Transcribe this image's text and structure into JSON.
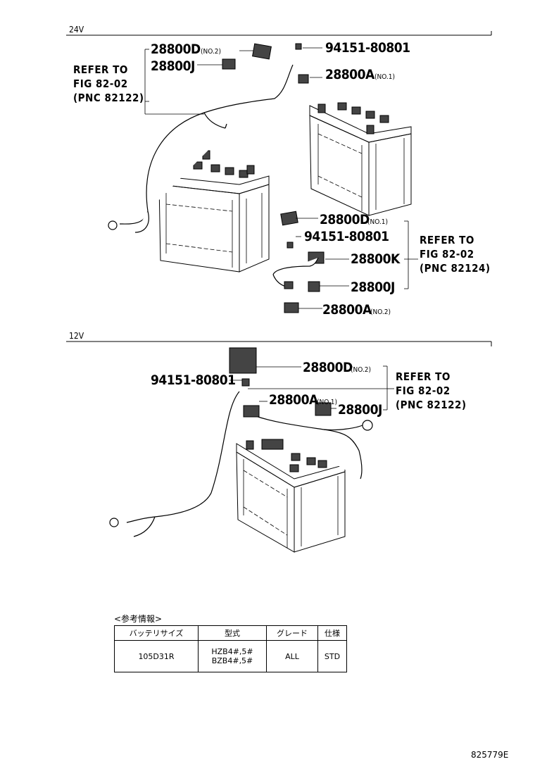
{
  "sections": {
    "top_label": "24V",
    "bottom_label": "12V"
  },
  "top": {
    "parts": {
      "p28800D_no2": "28800D",
      "p28800D_no2_note": "(NO.2)",
      "p28800J_a": "28800J",
      "p94151_a": "94151-80801",
      "p28800A_no1": "28800A",
      "p28800A_no1_note": "(NO.1)",
      "p28800D_no1": "28800D",
      "p28800D_no1_note": "(NO.1)",
      "p94151_b": "94151-80801",
      "p28800K": "28800K",
      "p28800J_b": "28800J",
      "p28800A_no2": "28800A",
      "p28800A_no2_note": "(NO.2)"
    },
    "refer_left": {
      "l1": "REFER TO",
      "l2": "FIG 82-02",
      "l3": "(PNC 82122)"
    },
    "refer_right": {
      "l1": "REFER TO",
      "l2": "FIG 82-02",
      "l3": "(PNC 82124)"
    }
  },
  "bottom": {
    "parts": {
      "p28800D_no2": "28800D",
      "p28800D_no2_note": "(NO.2)",
      "p94151": "94151-80801",
      "p28800A_no1": "28800A",
      "p28800A_no1_note": "(NO.1)",
      "p28800J": "28800J"
    },
    "refer": {
      "l1": "REFER TO",
      "l2": "FIG 82-02",
      "l3": "(PNC 82122)"
    }
  },
  "info": {
    "caption": "<参考情報>",
    "headers": [
      "バッテリサイズ",
      "型式",
      "グレード",
      "仕様"
    ],
    "row": {
      "battery_size": "105D31R",
      "model_1": "HZB4#,5#",
      "model_2": "BZB4#,5#",
      "grade": "ALL",
      "spec": "STD"
    }
  },
  "figure_id": "825779E"
}
